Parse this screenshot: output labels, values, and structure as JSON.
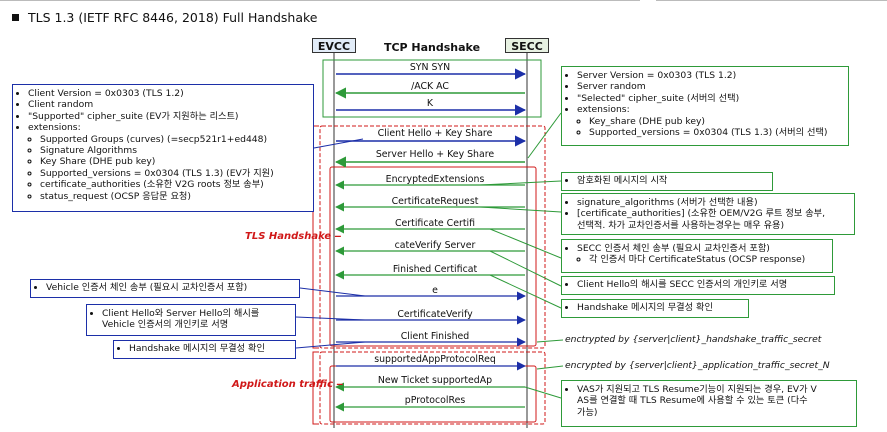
{
  "title": "TLS 1.3 (IETF RFC 8446, 2018) Full Handshake",
  "lanes": {
    "left": "EVCC",
    "right": "SECC"
  },
  "tcp_title": "TCP Handshake",
  "tcp_messages": [
    "SYN  SYN",
    "/ACK  AC",
    "K"
  ],
  "tls_messages": [
    "Client  Hello + Key Share",
    "Server Hello + Key Share",
    "EncryptedExtensions",
    "CertificateRequest",
    "Certificate    Certifi",
    "cateVerify   Server",
    "Finished    Certificat",
    "e",
    "CertificateVerify",
    "Client  Finished"
  ],
  "app_messages": [
    "supportedAppProtocolReq",
    "New Ticket  supportedAp",
    "pProtocolRes"
  ],
  "sections": {
    "tls": "TLS Handshake",
    "app": "Application traffic"
  },
  "client_hello_box": {
    "items": [
      "Client  Version  = 0x0303 (TLS 1.2)",
      "Client  random",
      "\"Supported\"  cipher_suite  (EV가 지원하는 리스트)",
      "extensions:"
    ],
    "sub": [
      "Supported Groups (curves) (=secp521r1+ed448)",
      "Signature Algorithms",
      "Key Share (DHE pub key)",
      "Supported_versions  = 0x0304 (TLS 1.3) (EV가 지원)",
      "certificate_authorities  (소유한 V2G roots 정보 송부)",
      "status_request  (OCSP 응답문 요청)"
    ]
  },
  "server_hello_box": {
    "items": [
      "Server  Version  = 0x0303 (TLS 1.2)",
      "Server  random",
      "\"Selected\"  cipher_suite  (서버의 선택)",
      "extensions:"
    ],
    "sub": [
      "Key_share  (DHE pub key)",
      "Supported_versions  = 0x0304 (TLS 1.3) (서버의 선택)"
    ]
  },
  "right_notes": [
    "암호화된 메시지의 시작",
    "signature_algorithms  (서버가 선택한 내용)",
    "[certificate_authorities]  (소유한 OEM/V2G 루트 정보 송부,",
    "선택적. 차가 교차인증서를 사용하는경우는 매우 유용)",
    "SECC 인증서 체인 송부 (필요시 교차인증서  포함)",
    "각 인증서 마다 CertificateStatus    (OCSP  response)",
    "Client  Hello의 해시를 SECC 인증서의 개인키로 서명",
    "Handshake 메시지의 무결성 확인"
  ],
  "left_notes": [
    "Vehicle 인증서 체인 송부 (필요시 교차인증서 포함)",
    "Client  Hello와 Server Hello의 해시를",
    "Vehicle 인증서의 개인키로 서명",
    "Handshake 메시지의 무결성 확인"
  ],
  "secret_notes": [
    "enctrypted by {server|client}_handshake_traffic_secret",
    "encrypted by {server|client}_application_traffic_secret_N"
  ],
  "resume_note": [
    "VAS가 지원되고 TLS Resume기능이 지원되는 경우, EV가   V",
    "AS를 연결할 때 TLS Resume에 사용할 수 있는 토큰 (다수",
    "가능)"
  ],
  "colors": {
    "green": "#2e9a39",
    "blue": "#1c2fa8",
    "red": "#d01818"
  }
}
